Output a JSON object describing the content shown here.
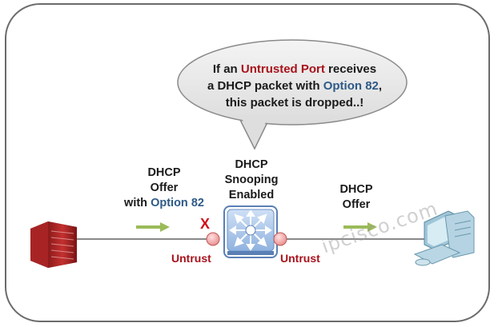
{
  "bubble": {
    "line1_prefix": "If an ",
    "line1_highlight": "Untrusted Port",
    "line1_suffix": " receives",
    "line2_prefix": "a DHCP packet with ",
    "line2_highlight": "Option 82",
    "line2_suffix": ",",
    "line3": "this packet is dropped..!"
  },
  "left_label": {
    "line1": "DHCP",
    "line2": "Offer",
    "line3_prefix": "with ",
    "line3_highlight": "Option 82"
  },
  "switch_label": {
    "line1": "DHCP",
    "line2": "Snooping",
    "line3": "Enabled"
  },
  "right_label": {
    "line1": "DHCP",
    "line2": "Offer"
  },
  "ports": {
    "left": "Untrust",
    "right": "Untrust"
  },
  "drop_mark": "X",
  "watermark": "ipcisco.com",
  "colors": {
    "untrusted_red": "#a8121b",
    "option_blue": "#2e5a87",
    "snooping_green": "#6a9a35",
    "arrow_green": "#9bbb59"
  },
  "icons": {
    "server": "dhcp-server-icon",
    "switch": "switch-icon",
    "client": "client-computer-icon"
  }
}
